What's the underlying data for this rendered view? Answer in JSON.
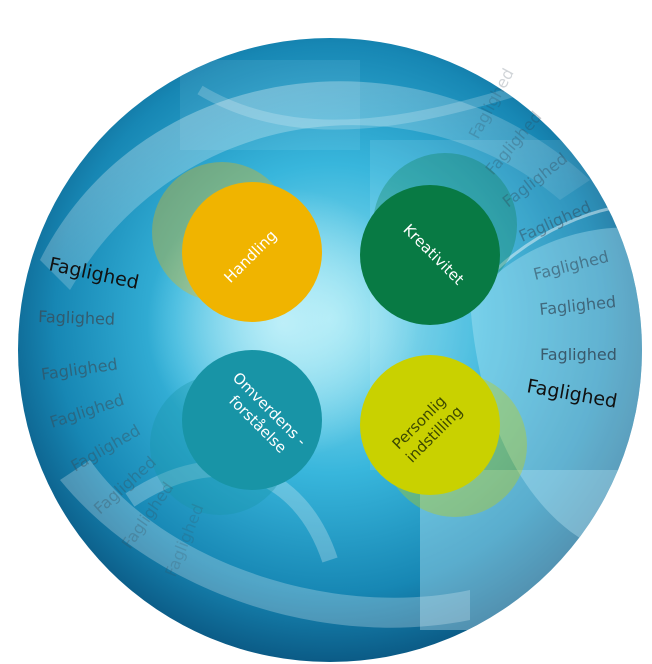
{
  "faglighed_word": "Faglighed",
  "circles": {
    "handling": {
      "label_lines": [
        "Handling"
      ],
      "color": "#f0b400"
    },
    "kreativitet": {
      "label_lines": [
        "Kreativitet"
      ],
      "color": "#087a44"
    },
    "omverdens": {
      "label_lines": [
        "Omverdens -",
        "forståelse"
      ],
      "color": "#1894a6"
    },
    "personlig": {
      "label_lines": [
        "Personlig",
        "indstilling"
      ],
      "color": "#c9d100"
    }
  },
  "colors": {
    "bubble_dark": "#0a5f86",
    "bubble_mid": "#1f9ec9",
    "bubble_light": "#7fd6ec"
  }
}
